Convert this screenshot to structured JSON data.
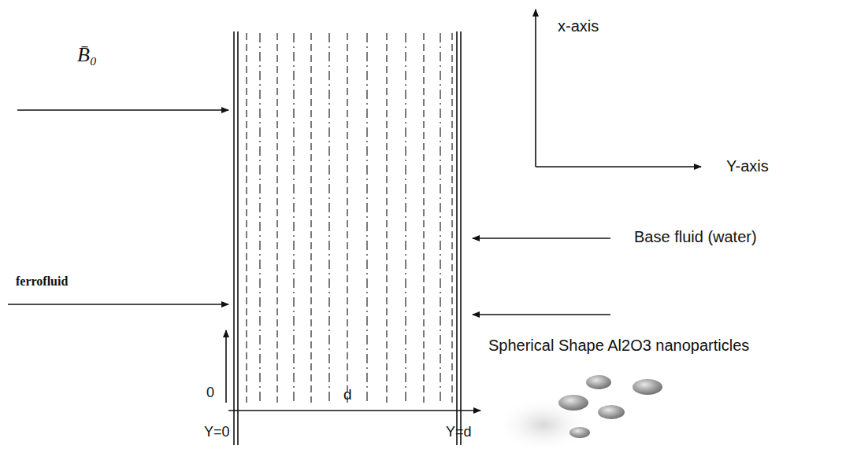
{
  "diagram": {
    "labels": [
      "B̄₀",
      "x-axis",
      "Y-axis",
      "Base fluid (water)",
      "ferrofluid",
      "Spherical Shape Al2O3 nanoparticles",
      "0",
      "Y=0",
      "d",
      "Y=d"
    ]
  }
}
